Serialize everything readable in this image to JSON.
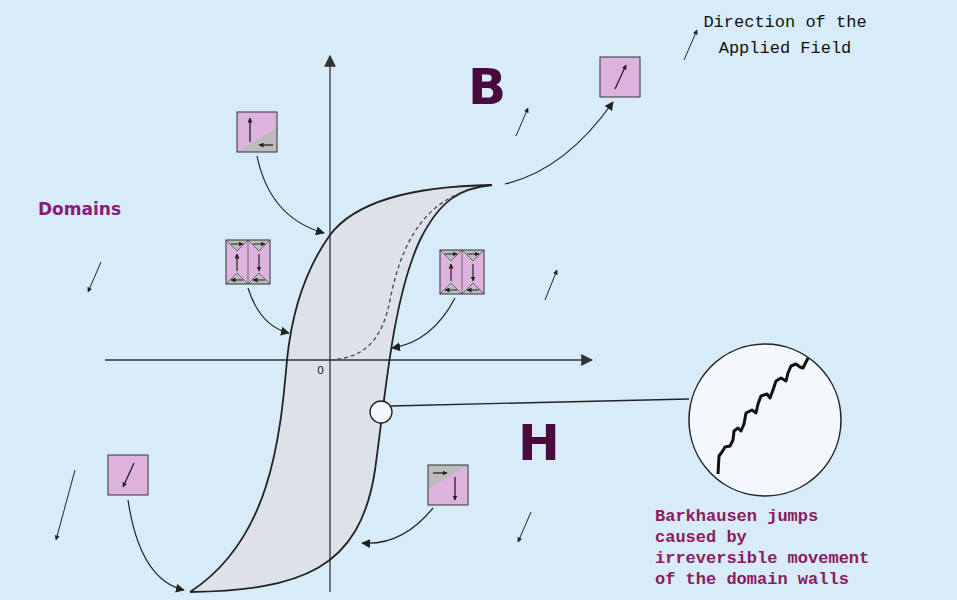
{
  "diagram": {
    "labels": [
      "Direction of the Applied Field",
      "B",
      "Domains",
      "0",
      "H",
      "Barkhausen jumps caused by irreversible movement of the domain walls"
    ]
  }
}
